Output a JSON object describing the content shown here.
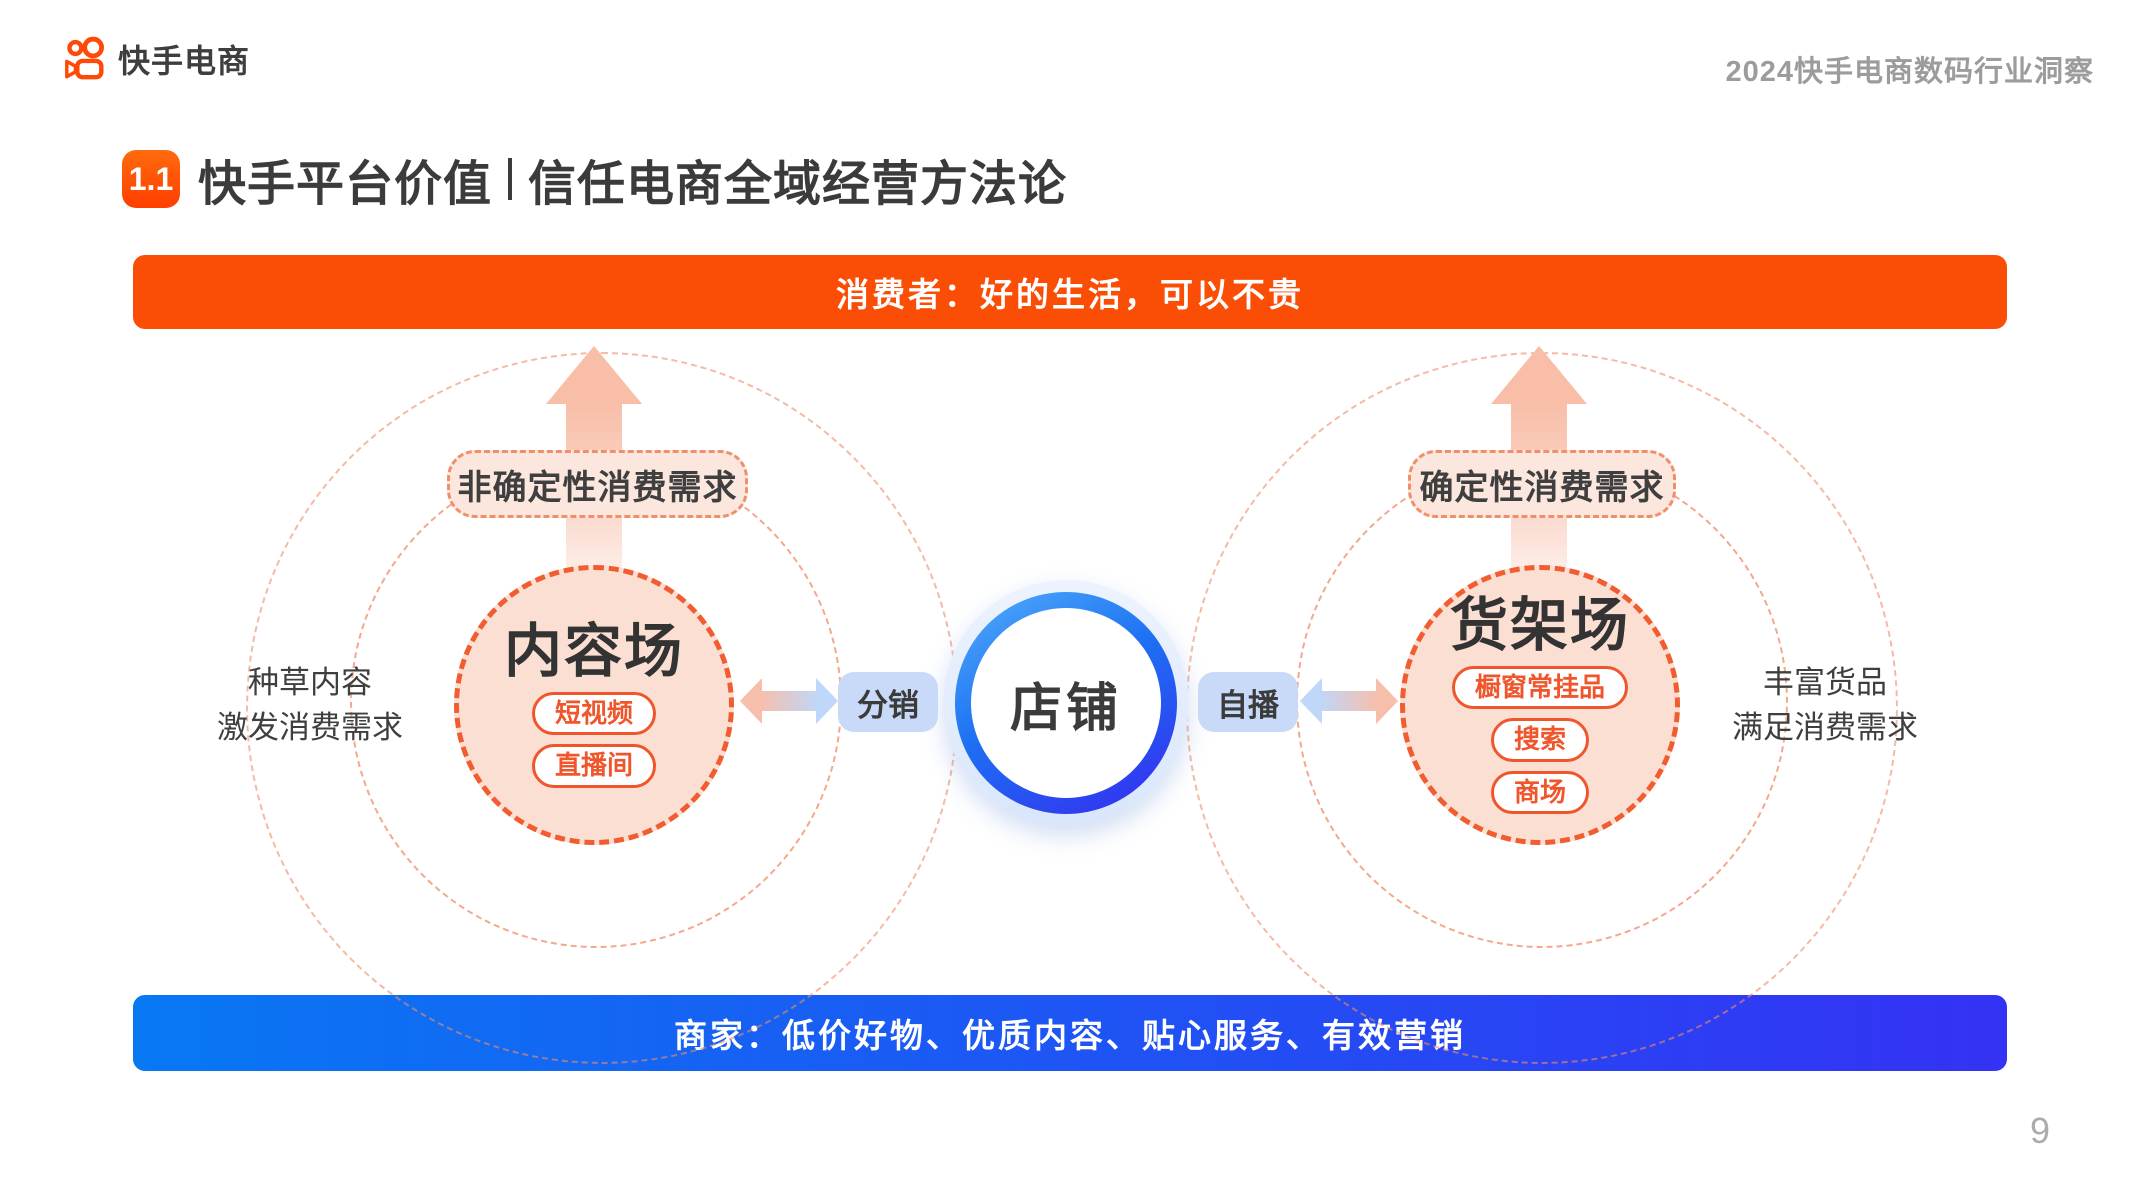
{
  "header": {
    "logo_text": "快手电商",
    "report_title": "2024快手电商数码行业洞察"
  },
  "title": {
    "badge": "1.1",
    "part1": "快手平台价值",
    "part2": "信任电商全域经营方法论"
  },
  "banners": {
    "consumer": "消费者：好的生活，可以不贵",
    "merchant": "商家：低价好物、优质内容、贴心服务、有效营销"
  },
  "left_group": {
    "demand_label": "非确定性消费需求",
    "circle_title": "内容场",
    "pills": [
      "短视频",
      "直播间"
    ],
    "side_note_line1": "种草内容",
    "side_note_line2": "激发消费需求"
  },
  "center": {
    "store_label": "店铺",
    "left_pill": "分销",
    "right_pill": "自播"
  },
  "right_group": {
    "demand_label": "确定性消费需求",
    "circle_title": "货架场",
    "pills": [
      "橱窗常挂品",
      "搜索",
      "商场"
    ],
    "side_note_line1": "丰富货品",
    "side_note_line2": "满足消费需求"
  },
  "page_number": "9",
  "colors": {
    "brand_orange": "#FF4E00",
    "banner_orange": "#FA4E06",
    "banner_blue_start": "#0878F3",
    "banner_blue_end": "#3432F4",
    "circle_fill_peach": "#FBDFD3",
    "circle_border_orange": "#F15C31",
    "store_ring_blue_start": "#53AEFA",
    "store_ring_blue_end": "#3629EF",
    "mode_pill_blue": "#C8DAF8",
    "text_dark": "#3B3B3B",
    "text_gray": "#9C9C9C"
  }
}
